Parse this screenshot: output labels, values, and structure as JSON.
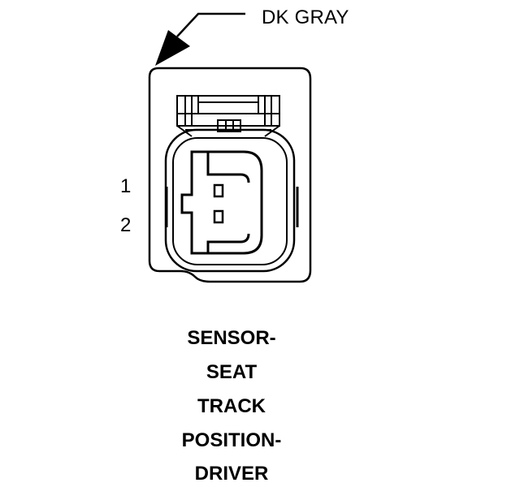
{
  "connector": {
    "color_label": "DK GRAY",
    "pins": [
      {
        "label": "1"
      },
      {
        "label": "2"
      }
    ]
  },
  "component_name": {
    "lines": [
      "SENSOR-",
      "SEAT",
      "TRACK",
      "POSITION-",
      "DRIVER"
    ]
  }
}
